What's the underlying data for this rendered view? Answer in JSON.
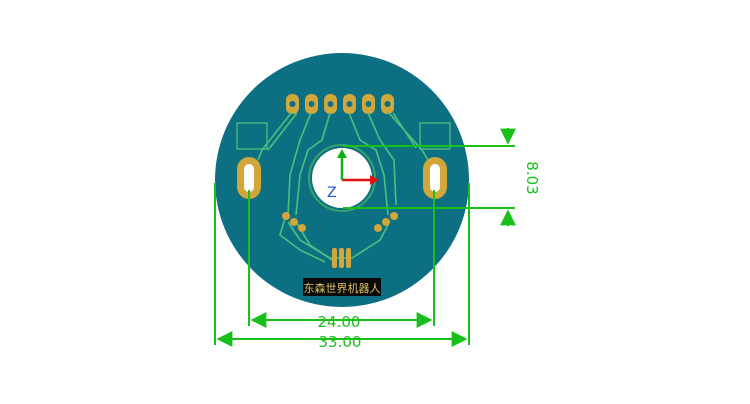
{
  "board": {
    "silkscreen_text": "东森世界机器人",
    "colors": {
      "substrate": "#0d6f82",
      "copper": "#d1a63a",
      "trace": "#4dc07e",
      "dimension": "#19c01b",
      "axis_x": "#e01010",
      "axis_y": "#12b012",
      "axis_z": "#2a4bdc"
    }
  },
  "dimensions": {
    "outer_diameter": "33.00",
    "mount_spacing": "24.00",
    "center_hole": "8.03"
  },
  "axes": {
    "z_label": "Z"
  },
  "icons": {
    "triad": "coordinate-triad-icon"
  }
}
